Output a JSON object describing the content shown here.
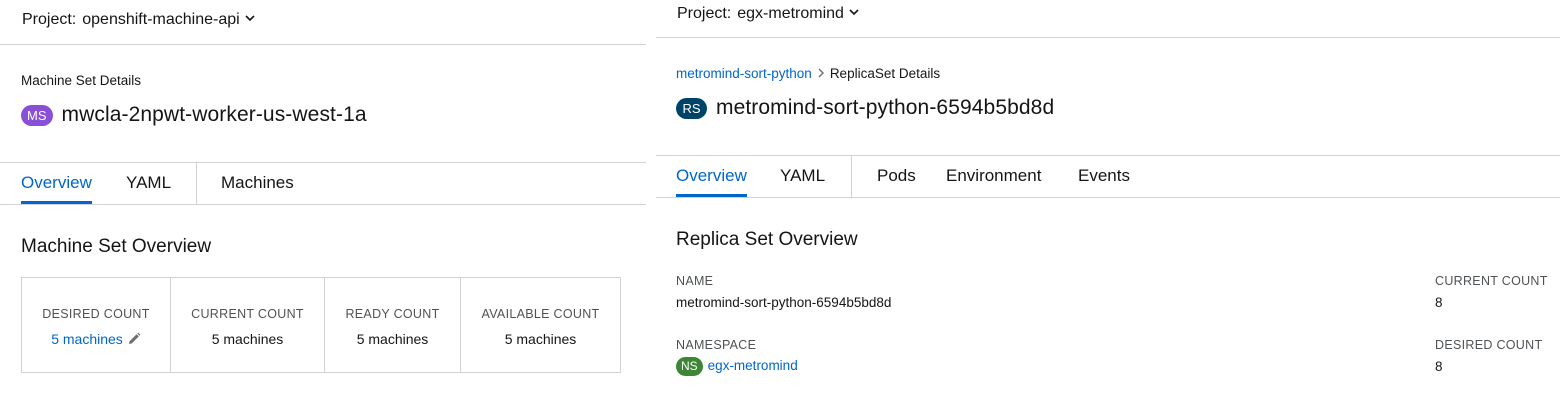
{
  "left": {
    "project": {
      "label": "Project:",
      "value": "openshift-machine-api"
    },
    "heading": "Machine Set Details",
    "badge": {
      "text": "MS",
      "color": "#8a4fd7"
    },
    "title": "mwcla-2npwt-worker-us-west-1a",
    "tabs": [
      "Overview",
      "YAML",
      "Machines"
    ],
    "active_tab": "Overview",
    "section_title": "Machine Set Overview",
    "counts": [
      {
        "label": "DESIRED COUNT",
        "value": "5 machines",
        "editable": true
      },
      {
        "label": "CURRENT COUNT",
        "value": "5 machines"
      },
      {
        "label": "READY COUNT",
        "value": "5 machines"
      },
      {
        "label": "AVAILABLE COUNT",
        "value": "5 machines"
      }
    ]
  },
  "right": {
    "project": {
      "label": "Project:",
      "value": "egx-metromind"
    },
    "breadcrumb": {
      "parent": "metromind-sort-python",
      "current": "ReplicaSet Details"
    },
    "badge": {
      "text": "RS",
      "color": "#004368"
    },
    "title": "metromind-sort-python-6594b5bd8d",
    "tabs": [
      "Overview",
      "YAML",
      "Pods",
      "Environment",
      "Events"
    ],
    "active_tab": "Overview",
    "section_title": "Replica Set Overview",
    "details": {
      "name_label": "NAME",
      "name_value": "metromind-sort-python-6594b5bd8d",
      "namespace_label": "NAMESPACE",
      "namespace_badge": "NS",
      "namespace_value": "egx-metromind",
      "current_count_label": "CURRENT COUNT",
      "current_count_value": "8",
      "desired_count_label": "DESIRED COUNT",
      "desired_count_value": "8"
    }
  },
  "colors": {
    "link": "#0066cc",
    "namespace_badge": "#3e8635",
    "border": "#d2d2d2"
  },
  "icons": {
    "project_dropdown": "chevron-down-icon",
    "edit": "pencil-icon",
    "breadcrumb_separator": "chevron-right-icon"
  }
}
